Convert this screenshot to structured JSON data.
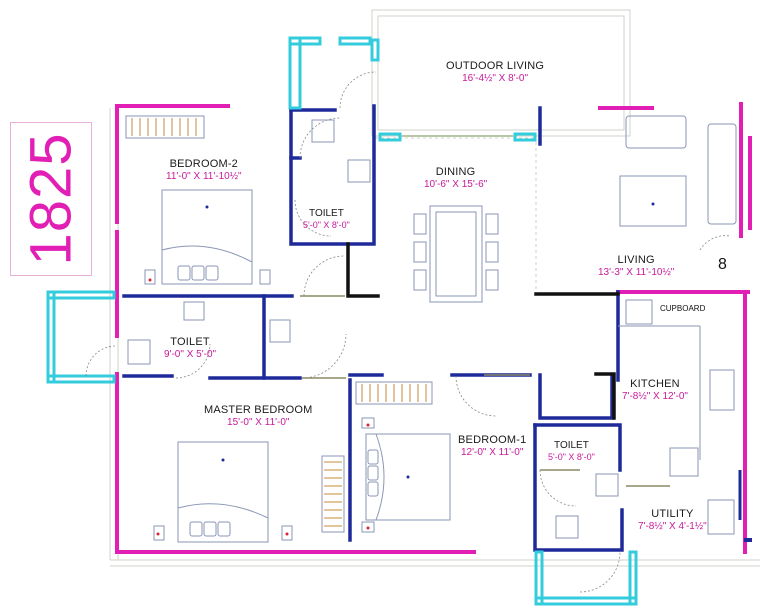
{
  "plan_number": "1825",
  "unit_number": "8",
  "cupboard": "CUPBOARD",
  "rooms": {
    "outdoor_living": {
      "name": "OUTDOOR LIVING",
      "dim": "16'-4½\" X 8'-0\""
    },
    "bedroom2": {
      "name": "BEDROOM-2",
      "dim": "11'-0\" X 11'-10½\""
    },
    "toilet_top": {
      "name": "TOILET",
      "dim": "5'-0\" X 8'-0\""
    },
    "dining": {
      "name": "DINING",
      "dim": "10'-6\" X 15'-6\""
    },
    "living": {
      "name": "LIVING",
      "dim": "13'-3\" X 11'-10½\""
    },
    "toilet_left": {
      "name": "TOILET",
      "dim": "9'-0\" X 5'-0\""
    },
    "master_bedroom": {
      "name": "MASTER BEDROOM",
      "dim": "15'-0\" X 11'-0\""
    },
    "bedroom1": {
      "name": "BEDROOM-1",
      "dim": "12'-0\" X 11'-0\""
    },
    "kitchen": {
      "name": "KITCHEN",
      "dim": "7'-8½\" X 12'-0\""
    },
    "toilet_mid": {
      "name": "TOILET",
      "dim": "5'-0\" X 8'-0\""
    },
    "utility": {
      "name": "UTILITY",
      "dim": "7'-8½\" X 4'-1½\""
    }
  },
  "colors": {
    "magenta_wall": "#e21fb5",
    "blue_wall": "#1f2a9a",
    "cyan_window": "#33ccdd",
    "black_wall": "#111111",
    "furniture": "#8a96b5",
    "dimension_text": "#c8199b"
  }
}
